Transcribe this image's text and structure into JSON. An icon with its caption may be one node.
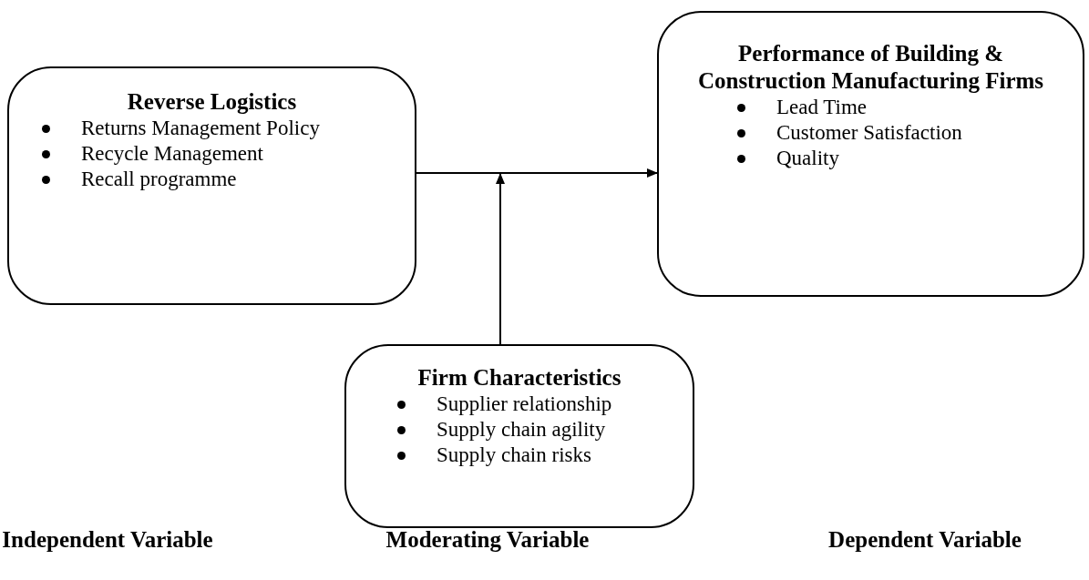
{
  "diagram": {
    "nodes": [
      {
        "text": [
          "Reverse Logistics",
          "Returns Management Policy",
          "Recycle Management",
          "Recall programme"
        ]
      },
      {
        "text": [
          "Performance of Building & Construction Manufacturing Firms",
          "Lead Time",
          "Customer Satisfaction",
          "Quality"
        ]
      },
      {
        "text": [
          "Firm Characteristics",
          "Supplier relationship",
          "Supply chain agility",
          "Supply chain risks"
        ]
      }
    ],
    "edges": [
      {
        "from": 0,
        "to": 1,
        "arrow": "to"
      },
      {
        "from": 2,
        "to": null,
        "arrow": "to"
      }
    ],
    "labels": [
      "Independent Variable",
      "Moderating Variable",
      "Dependent Variable"
    ]
  }
}
